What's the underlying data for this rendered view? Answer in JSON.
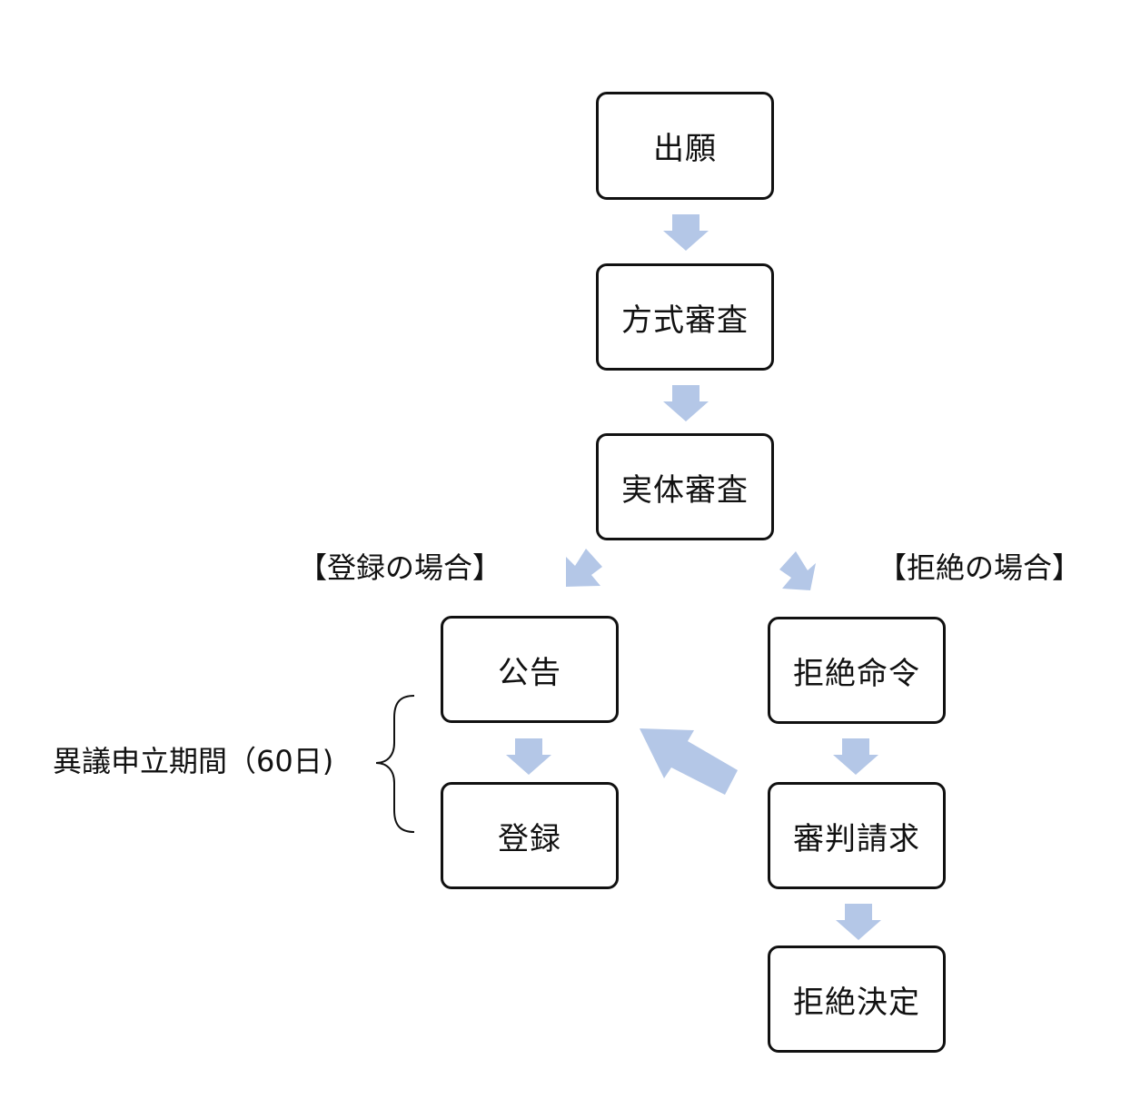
{
  "steps": {
    "application": "出願",
    "formality_exam": "方式審査",
    "substantive_exam": "実体審査",
    "publication": "公告",
    "registration": "登録",
    "rejection_order": "拒絶命令",
    "appeal_request": "審判請求",
    "rejection_decision": "拒絶決定"
  },
  "branch_labels": {
    "registration_case": "【登録の場合】",
    "rejection_case": "【拒絶の場合】"
  },
  "opposition_period": "異議申立期間（60日)",
  "colors": {
    "arrow": "#b4c7e7",
    "box_border": "#111111"
  }
}
